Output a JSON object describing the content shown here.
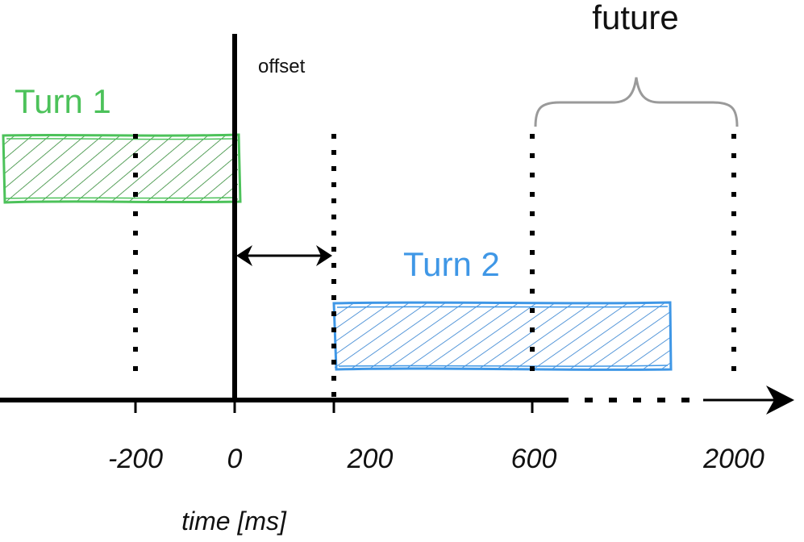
{
  "title": "",
  "labels": {
    "turn1": "Turn 1",
    "turn2": "Turn 2",
    "offset": "offset",
    "future": "future",
    "xlabel": "time [ms]"
  },
  "ticks": [
    "-200",
    "0",
    "200",
    "600",
    "2000"
  ],
  "colors": {
    "turn1": "#4cc25a",
    "turn1_hatch": "#2f8a34",
    "turn2": "#3f97e6",
    "turn2_hatch": "#2f7fd0",
    "axis": "#000000",
    "brace": "#9a9a9a"
  }
}
